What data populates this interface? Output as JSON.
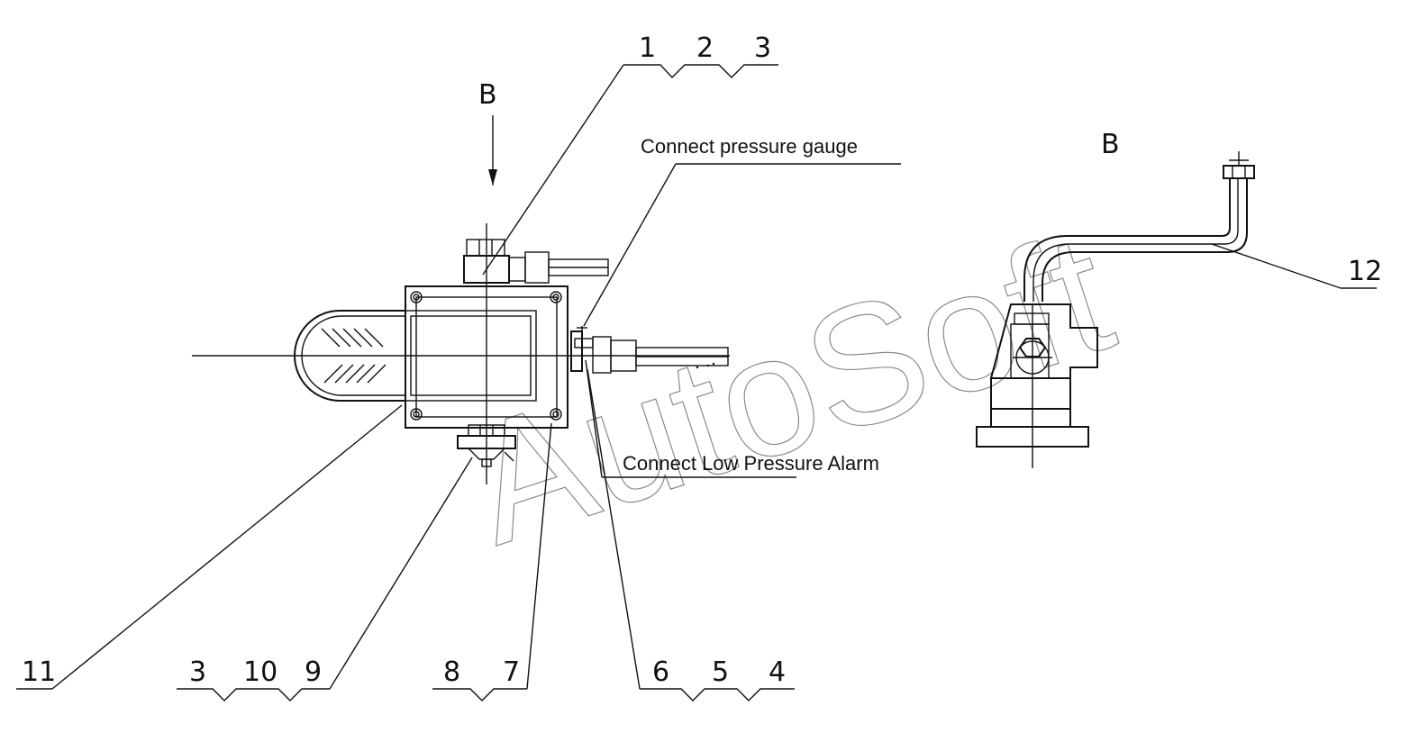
{
  "view_labels": {
    "arrow_b": "B",
    "view_b": "B"
  },
  "notes": {
    "pressure_gauge": "Connect pressure gauge",
    "low_pressure_alarm": "Connect Low Pressure Alarm"
  },
  "callouts": {
    "top_group": [
      "1",
      "2",
      "3"
    ],
    "bottom_left_group": [
      "3",
      "10",
      "9"
    ],
    "bottom_mid_group": [
      "8",
      "7"
    ],
    "bottom_right_group": [
      "6",
      "5",
      "4"
    ],
    "single_left": "11",
    "single_right": "12"
  },
  "watermark": "AutoSoft",
  "colors": {
    "line": "#111111",
    "watermark": "#8a8a8a",
    "background": "#ffffff"
  }
}
